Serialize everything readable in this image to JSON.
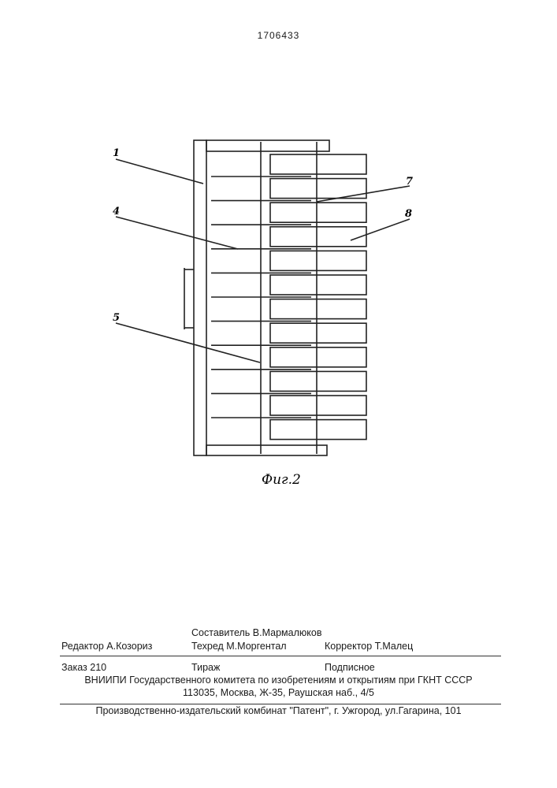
{
  "header": {
    "patent_number": "1706433"
  },
  "figure": {
    "caption": "Фиг.2",
    "labels": [
      "1",
      "4",
      "5",
      "7",
      "8"
    ],
    "plate_count": 12
  },
  "imprint": {
    "compiler": "Составитель В.Мармалюков",
    "editor": "Редактор А.Козориз",
    "techred": "Техред М.Моргентал",
    "corrector": "Корректор Т.Малец",
    "order": "Заказ 210",
    "circulation": "Тираж",
    "subscription": "Подписное",
    "institute": "ВНИИПИ Государственного комитета по изобретениям и открытиям при ГКНТ СССР",
    "address": "113035, Москва, Ж-35, Раушская наб., 4/5",
    "publisher": "Производственно-издательский комбинат \"Патент\", г. Ужгород, ул.Гагарина, 101"
  }
}
